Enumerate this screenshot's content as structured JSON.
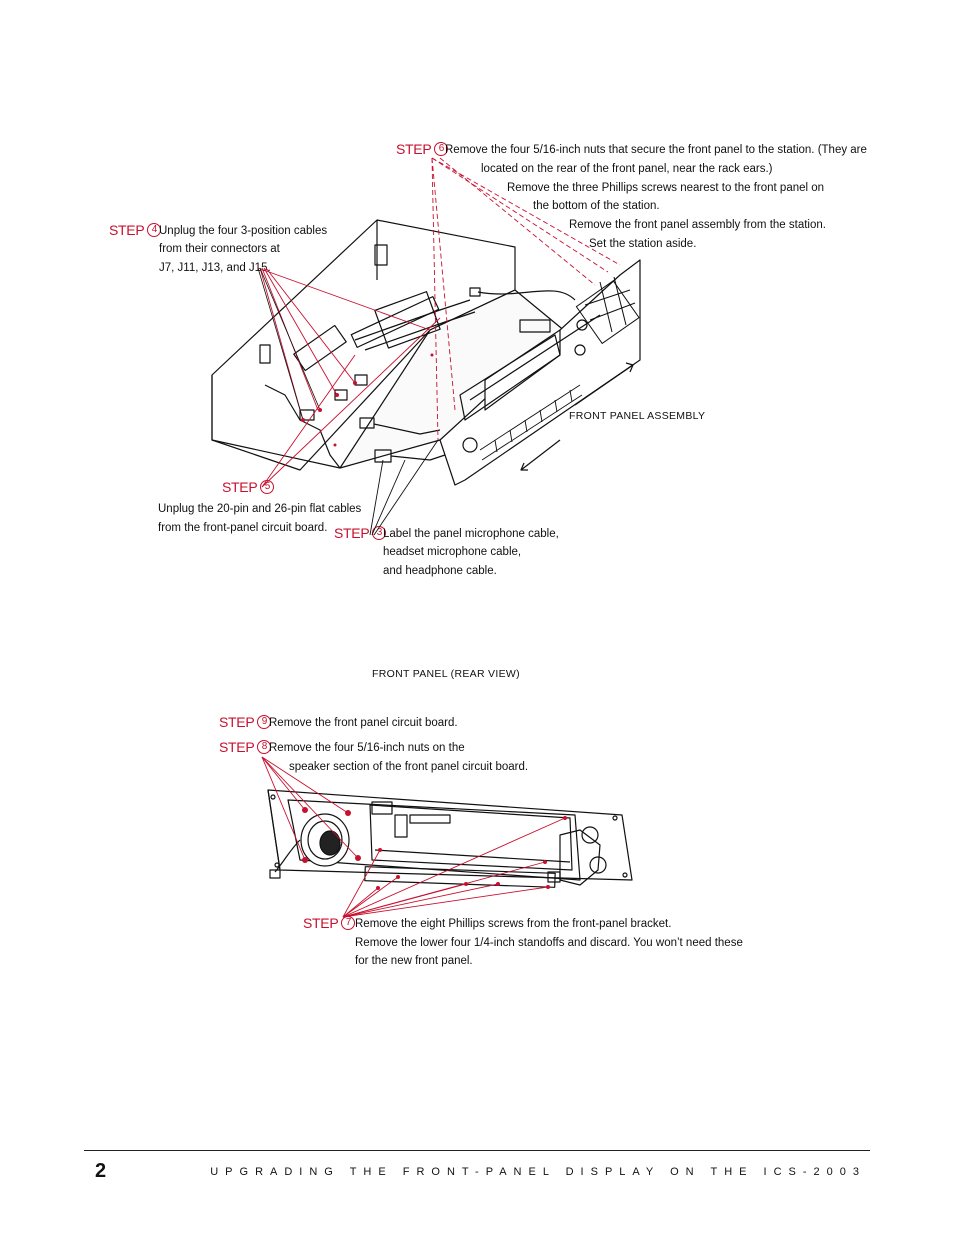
{
  "steps": {
    "s6": {
      "label": "STEP",
      "num": "6",
      "lines": [
        "Remove the four 5/16-inch nuts that secure the front panel to the station. (They are",
        "located on the rear of the front panel, near the rack ears.)",
        "Remove the three Phillips screws nearest to the front panel on",
        "the bottom of the station.",
        "Remove the front panel assembly from the station.",
        "Set the station aside."
      ]
    },
    "s4": {
      "label": "STEP",
      "num": "4",
      "lines": [
        "Unplug the four 3-position cables",
        "from their connectors at",
        "J7, J11, J13, and J15."
      ]
    },
    "s5": {
      "label": "STEP",
      "num": "5",
      "lines": [
        "Unplug the 20-pin and 26-pin flat cables",
        "from the front-panel circuit board."
      ]
    },
    "s3": {
      "label": "STEP",
      "num": "3",
      "lines": [
        "Label the panel microphone cable,",
        "headset microphone cable,",
        "and headphone cable."
      ]
    },
    "s9": {
      "label": "STEP",
      "num": "9",
      "lines": [
        "Remove the front panel circuit board."
      ]
    },
    "s8": {
      "label": "STEP",
      "num": "8",
      "lines": [
        "Remove the four 5/16-inch nuts on the",
        "speaker section of the front panel circuit board."
      ]
    },
    "s7": {
      "label": "STEP",
      "num": "7",
      "lines": [
        "Remove the eight Phillips screws from the front-panel bracket.",
        "Remove the lower four 1/4-inch standoffs and discard. You won’t need these",
        "for the new front panel."
      ]
    }
  },
  "captions": {
    "front_panel_assembly": "FRONT PANEL ASSEMBLY",
    "front_panel_rear_view": "FRONT PANEL (REAR VIEW)"
  },
  "footer": {
    "page_number": "2",
    "title": "UPGRADING THE FRONT-PANEL DISPLAY ON THE ICS-2003"
  },
  "colors": {
    "accent": "#c8102e",
    "line": "#111111"
  }
}
